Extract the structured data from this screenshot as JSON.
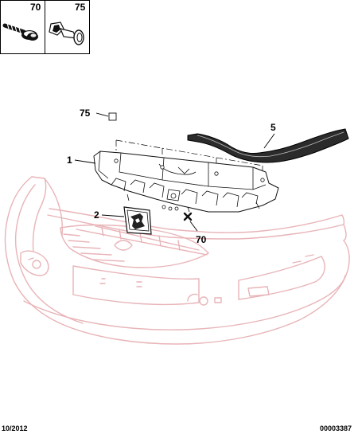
{
  "header_boxes": [
    {
      "ref": "70",
      "part": "screw"
    },
    {
      "ref": "75",
      "part": "push clip"
    }
  ],
  "callouts": [
    {
      "ref": "75",
      "part": "push clip"
    },
    {
      "ref": "5",
      "part": "seal strip"
    },
    {
      "ref": "1",
      "part": "upper grille panel"
    },
    {
      "ref": "2",
      "part": "emblem"
    },
    {
      "ref": "70",
      "part": "screw"
    }
  ],
  "footer": {
    "date": "10/2012",
    "code": "00003387"
  },
  "colors": {
    "bumper_outline": "#e8b4b8",
    "line": "#111111",
    "seal_fill": "#2b2b2b"
  }
}
